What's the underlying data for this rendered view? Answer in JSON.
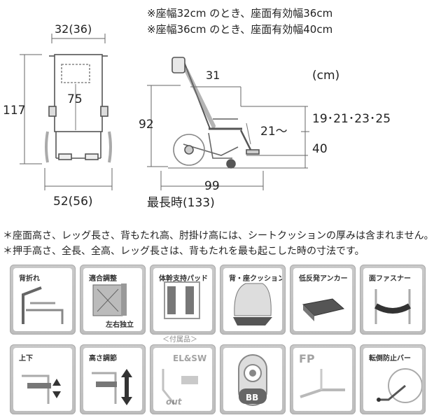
{
  "notes_top": [
    "※座幅32cm のとき、座面有効幅36cm",
    "※座幅36cm のとき、座面有効幅40cm"
  ],
  "front_view": {
    "width": "32(36)",
    "height": "117",
    "back": "75",
    "base_width": "52(56)"
  },
  "side_view": {
    "depth": "31",
    "unit": "(cm)",
    "height": "92",
    "leg": "21～",
    "seat_heights": "19･21･23･25",
    "armrest": "40",
    "length": "99",
    "max_length": "最長時(133)"
  },
  "bottom_notes": [
    "＊座面高さ、レッグ長さ、背もたれ高、肘掛け高には、シートクッションの厚みは含まれません。",
    "＊押手高さ、全長、全高、レッグ長さは、背もたれを最も起こした時の寸法です。"
  ],
  "features": [
    {
      "label": "背折れ",
      "icon": "folding-back-icon"
    },
    {
      "label": "適合調整",
      "sub": "左右独立",
      "icon": "adjustable-back-icon"
    },
    {
      "label": "体幹支持パッド",
      "icon": "trunk-support-pad-icon"
    },
    {
      "label": "背・座クッション",
      "icon": "back-seat-cushion-icon"
    },
    {
      "label": "低反発アンカー",
      "icon": "low-rebound-anchor-icon"
    },
    {
      "label": "面ファスナー",
      "icon": "hook-loop-fastener-icon"
    },
    {
      "label": "上下",
      "icon": "armrest-up-down-icon"
    },
    {
      "label": "高さ調節",
      "icon": "height-adjust-icon"
    },
    {
      "label": "EL&SW",
      "sub": "out",
      "icon": "elevating-swing-out-icon"
    },
    {
      "label": "BB",
      "icon": "bb-brake-icon"
    },
    {
      "label": "FP",
      "icon": "footplate-icon"
    },
    {
      "label": "転倒防止バー",
      "icon": "anti-tip-bar-icon"
    }
  ],
  "accessory_label": "＜付属品＞",
  "colors": {
    "frame": "#555555",
    "tile_border": "#bdbdbd",
    "seat": "#4a4a4a"
  }
}
